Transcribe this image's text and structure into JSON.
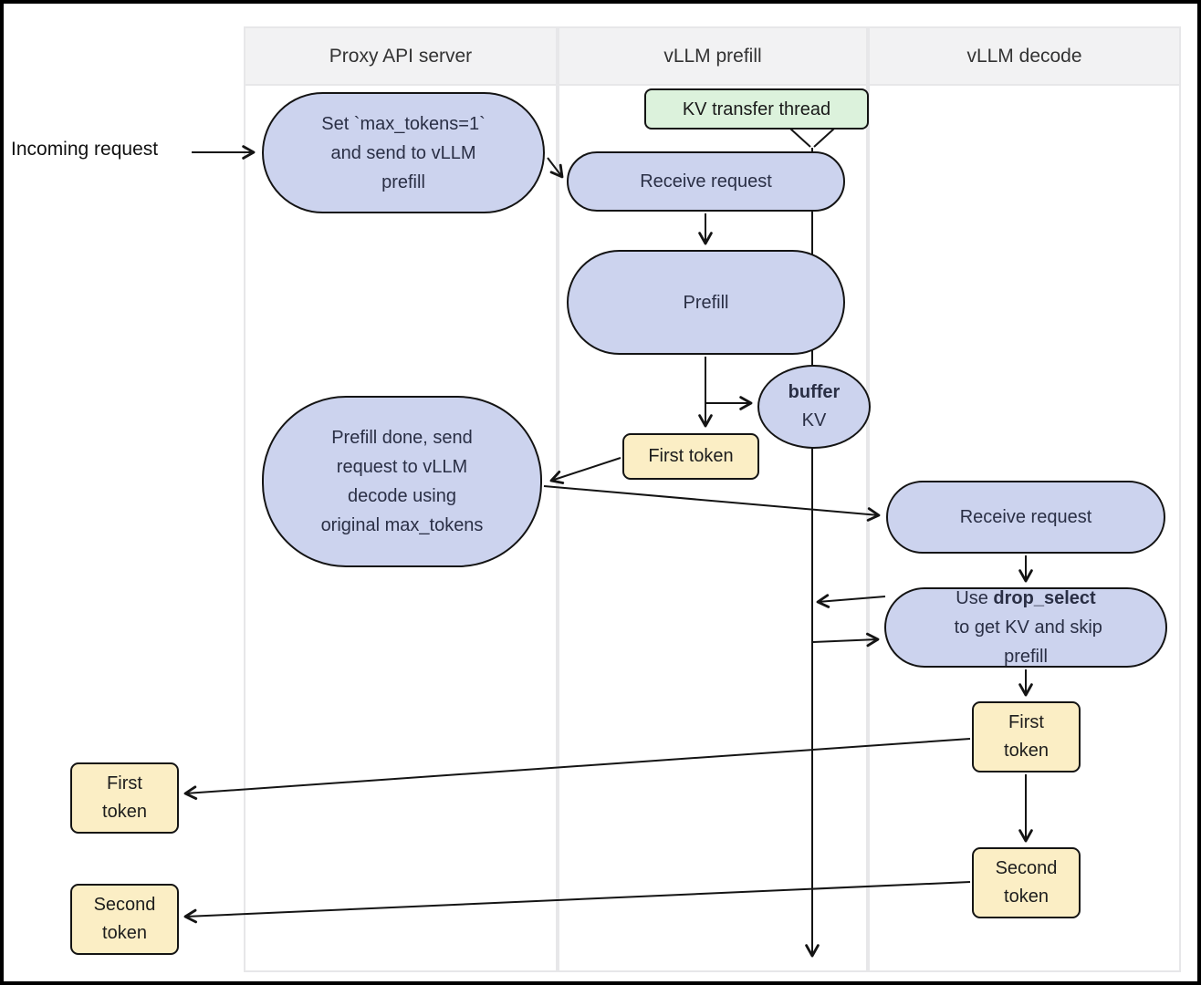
{
  "diagram": {
    "left_label": "Incoming request",
    "columns": [
      {
        "id": "proxy",
        "title": "Proxy API server"
      },
      {
        "id": "prefill",
        "title": "vLLM prefill"
      },
      {
        "id": "decode",
        "title": "vLLM decode"
      }
    ],
    "nodes": {
      "set_max_tokens": "Set `max_tokens=1` and send to vLLM prefill",
      "kv_transfer_thread": "KV transfer thread",
      "receive_request_prefill": "Receive request",
      "prefill": "Prefill",
      "buffer_kv": {
        "bold": "buffer",
        "rest": "KV"
      },
      "first_token_prefill": "First token",
      "prefill_done": "Prefill done, send request to vLLM decode using original max_tokens",
      "receive_request_decode": "Receive request",
      "drop_select": {
        "pre": "Use ",
        "bold": "drop_select",
        "post": " to get KV and skip prefill"
      },
      "first_token_decode": "First token",
      "second_token_decode": "Second token",
      "first_token_out": "First token",
      "second_token_out": "Second token"
    },
    "colors": {
      "node_fill": "#ccd3ee",
      "green_fill": "#dcf2dc",
      "token_fill": "#fbeec5",
      "header_bg": "#f2f2f3",
      "lane_border": "#e7e7e9",
      "stroke": "#141414",
      "text": "#2a2f45"
    }
  }
}
